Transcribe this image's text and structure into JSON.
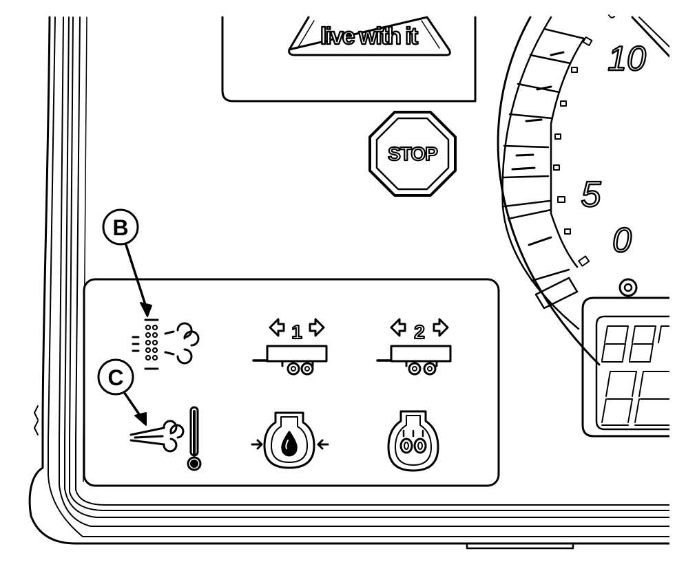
{
  "slogan": "live with it",
  "stop_label": "STOP",
  "callouts": {
    "b": "B",
    "c": "C"
  },
  "gauge": {
    "labels": [
      "10",
      "5",
      "0"
    ]
  },
  "trailer_indicators": {
    "trailer1": "1",
    "trailer2": "2"
  },
  "colors": {
    "ink": "#000000",
    "paper": "#ffffff"
  }
}
